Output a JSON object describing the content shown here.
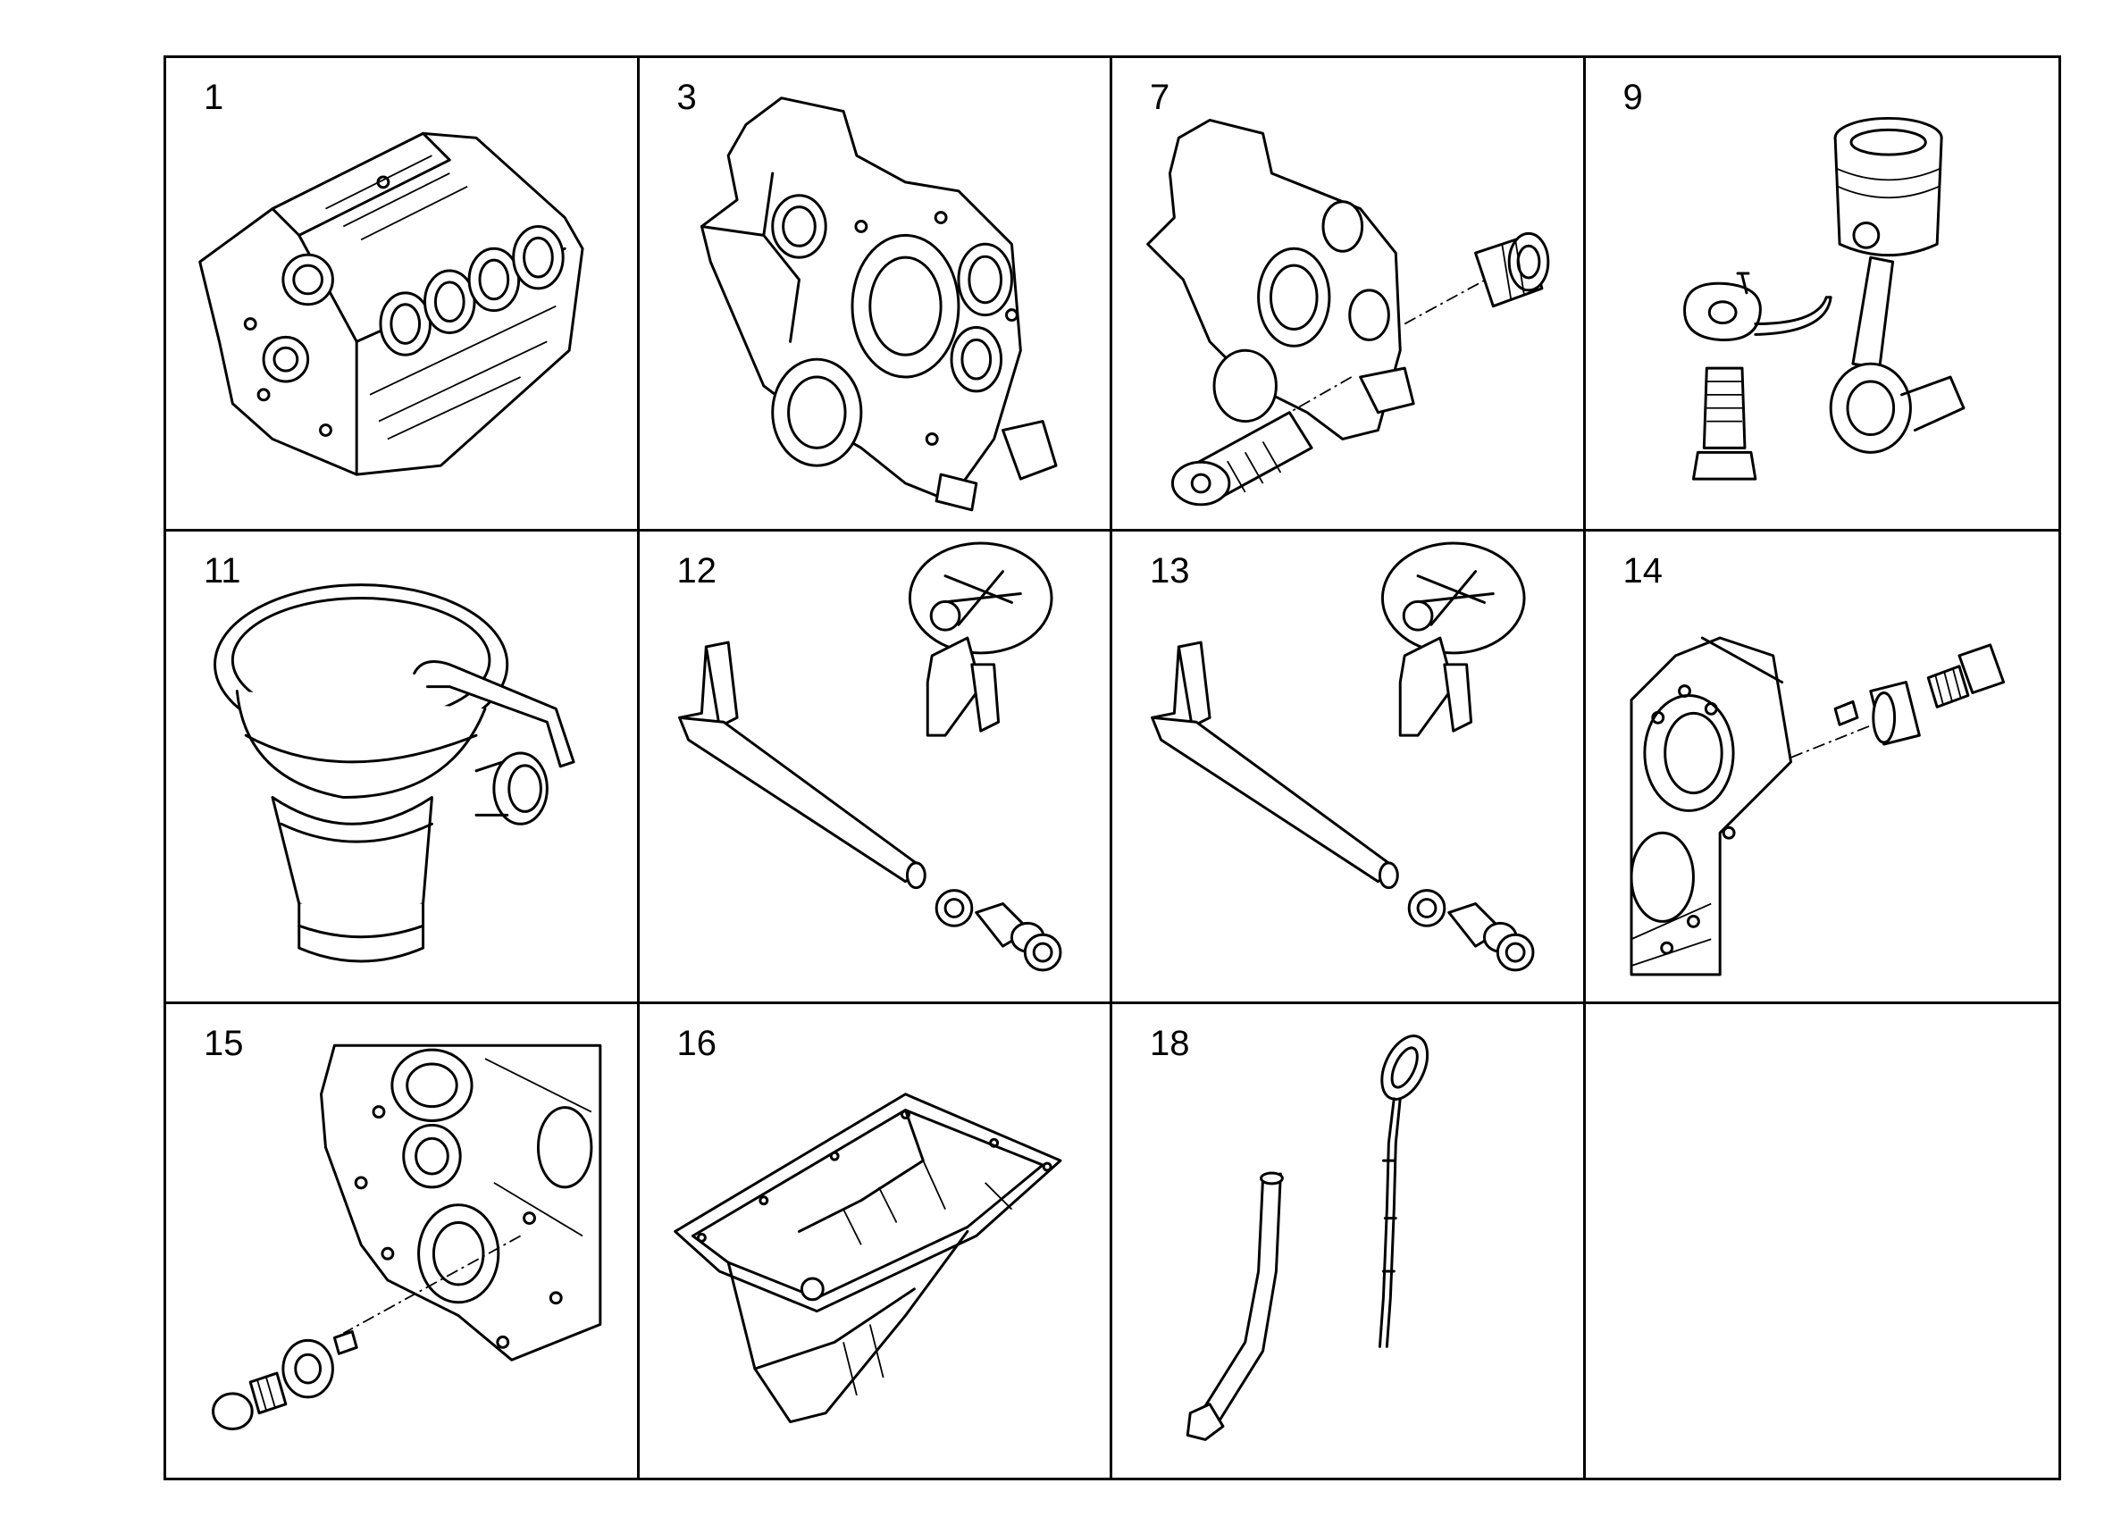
{
  "diagram": {
    "type": "parts-catalog-grid",
    "columns": 4,
    "rows": 3,
    "cells": [
      {
        "label": "1",
        "part": "engine-block"
      },
      {
        "label": "3",
        "part": "timing-case"
      },
      {
        "label": "7",
        "part": "timing-case-with-seals"
      },
      {
        "label": "9",
        "part": "piston-connecting-rod-oil-nozzle"
      },
      {
        "label": "11",
        "part": "oil-filler-breather"
      },
      {
        "label": "12",
        "part": "oil-suction-pipe-strainer"
      },
      {
        "label": "13",
        "part": "oil-suction-pipe-strainer"
      },
      {
        "label": "14",
        "part": "block-oil-plug-left"
      },
      {
        "label": "15",
        "part": "block-oil-plug-right"
      },
      {
        "label": "16",
        "part": "oil-sump"
      },
      {
        "label": "18",
        "part": "dipstick-and-guide-tube"
      },
      {
        "label": "",
        "part": "empty"
      }
    ]
  },
  "colors": {
    "line": "#000000",
    "background": "#ffffff"
  }
}
